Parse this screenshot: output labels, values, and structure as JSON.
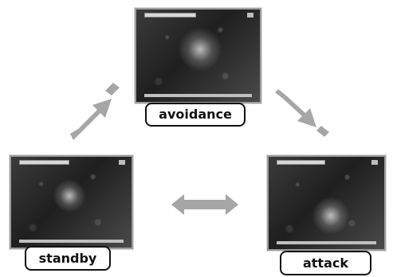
{
  "states": {
    "avoidance": {
      "label": "avoidance"
    },
    "standby": {
      "label": "standby"
    },
    "attack": {
      "label": "attack"
    }
  },
  "colors": {
    "arrow": "#a6a6a6",
    "border": "#111111"
  }
}
